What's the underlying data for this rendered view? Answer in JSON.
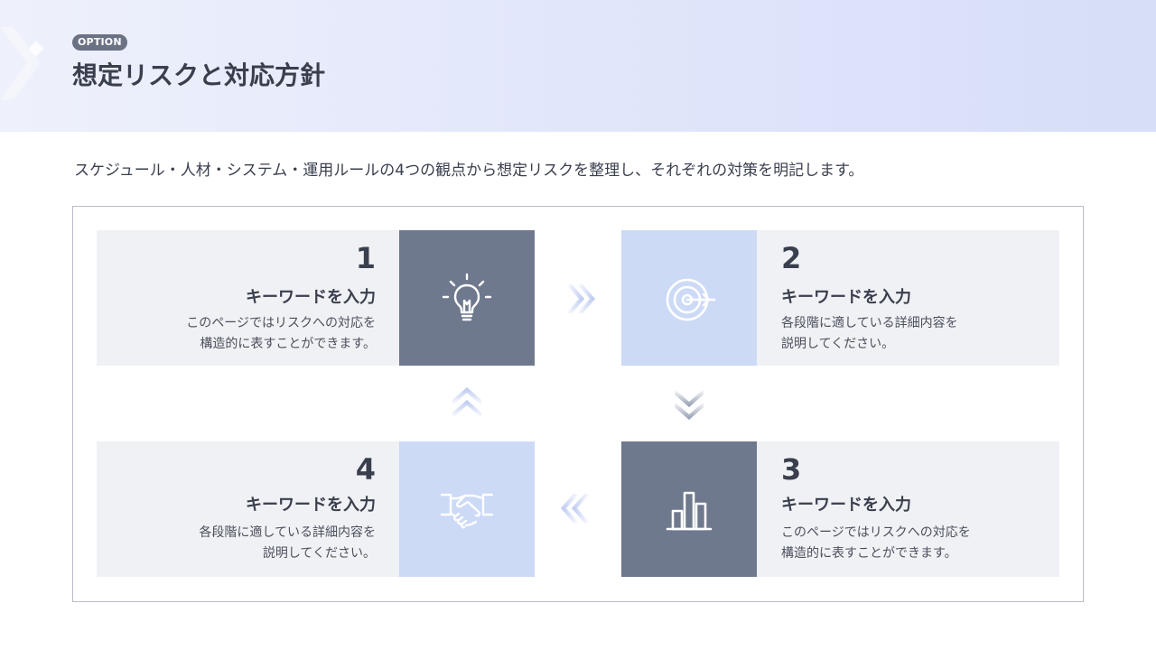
{
  "header": {
    "badge": "OPTION",
    "title": "想定リスクと対応方針"
  },
  "intro": "スケジュール・人材・システム・運用ルールの4つの観点から想定リスクを整理し、それぞれの対策を明記します。",
  "colors": {
    "dark_tile": "#6f798d",
    "light_tile": "#ccdaf6",
    "card_bg": "#f0f1f4",
    "text": "#3a3f4e"
  },
  "steps": [
    {
      "number": "1",
      "keyword": "キーワードを入力",
      "desc_line1": "このページではリスクへの対応を",
      "desc_line2": "構造的に表すことができます。",
      "icon": "lightbulb-icon"
    },
    {
      "number": "2",
      "keyword": "キーワードを入力",
      "desc_line1": "各段階に適している詳細内容を",
      "desc_line2": "説明してください。",
      "icon": "target-icon"
    },
    {
      "number": "3",
      "keyword": "キーワードを入力",
      "desc_line1": "このページではリスクへの対応を",
      "desc_line2": "構造的に表すことができます。",
      "icon": "bar-chart-icon"
    },
    {
      "number": "4",
      "keyword": "キーワードを入力",
      "desc_line1": "各段階に適している詳細内容を",
      "desc_line2": "説明してください。",
      "icon": "handshake-icon"
    }
  ]
}
